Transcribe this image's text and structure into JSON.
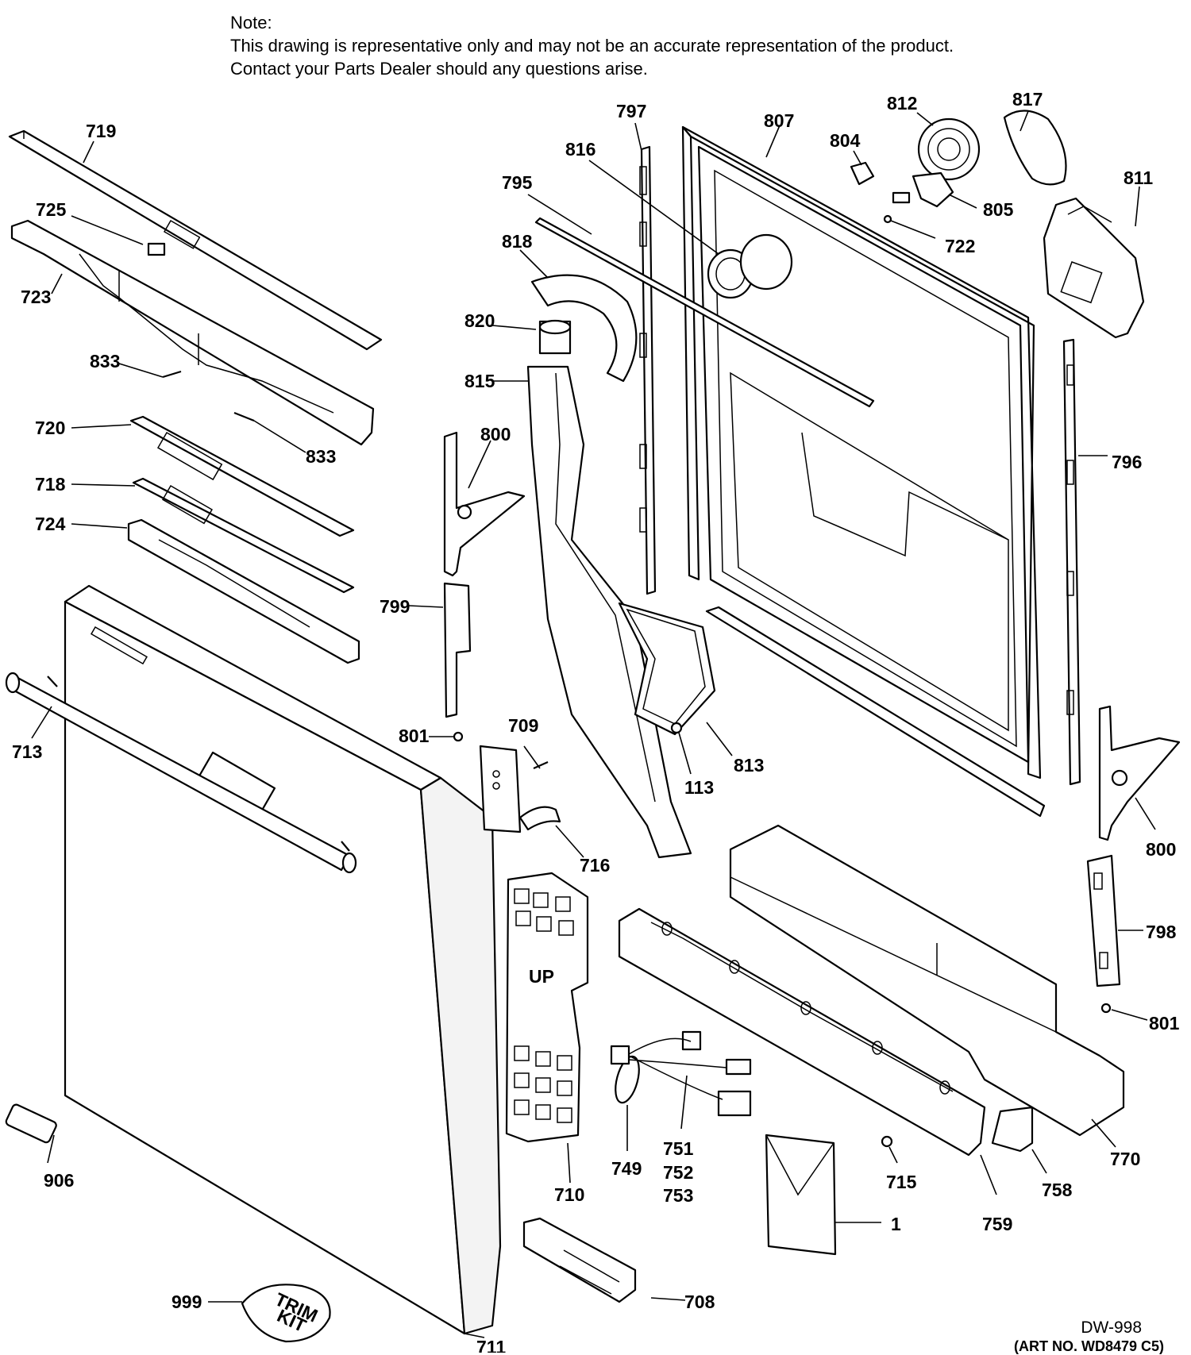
{
  "note": {
    "heading": "Note:",
    "line1": "This drawing is representative only and may not be an accurate representation of the product.",
    "line2": "Contact your Parts Dealer should any questions arise."
  },
  "footer": {
    "drawing_id": "DW-998",
    "art_no": "(ART NO. WD8479 C5)"
  },
  "part_labels": {
    "p719": "719",
    "p725": "725",
    "p723": "723",
    "p833a": "833",
    "p833b": "833",
    "p720": "720",
    "p718": "718",
    "p724": "724",
    "p713": "713",
    "p906": "906",
    "p999": "999",
    "p711": "711",
    "p797": "797",
    "p816": "816",
    "p795": "795",
    "p818": "818",
    "p820": "820",
    "p815": "815",
    "p800a": "800",
    "p799": "799",
    "p801a": "801",
    "p709": "709",
    "p716": "716",
    "p710": "710",
    "p708": "708",
    "p807": "807",
    "p804": "804",
    "p812": "812",
    "p817": "817",
    "p811": "811",
    "p805": "805",
    "p722": "722",
    "p796": "796",
    "p813": "813",
    "p113": "113",
    "p800b": "800",
    "p798": "798",
    "p801b": "801",
    "p770": "770",
    "p758": "758",
    "p759": "759",
    "p715": "715",
    "p1": "1",
    "p749": "749",
    "p751": "751",
    "p752": "752",
    "p753": "753"
  },
  "trim_kit_text": [
    "TRIM",
    "KIT"
  ],
  "up_marking": "UP"
}
